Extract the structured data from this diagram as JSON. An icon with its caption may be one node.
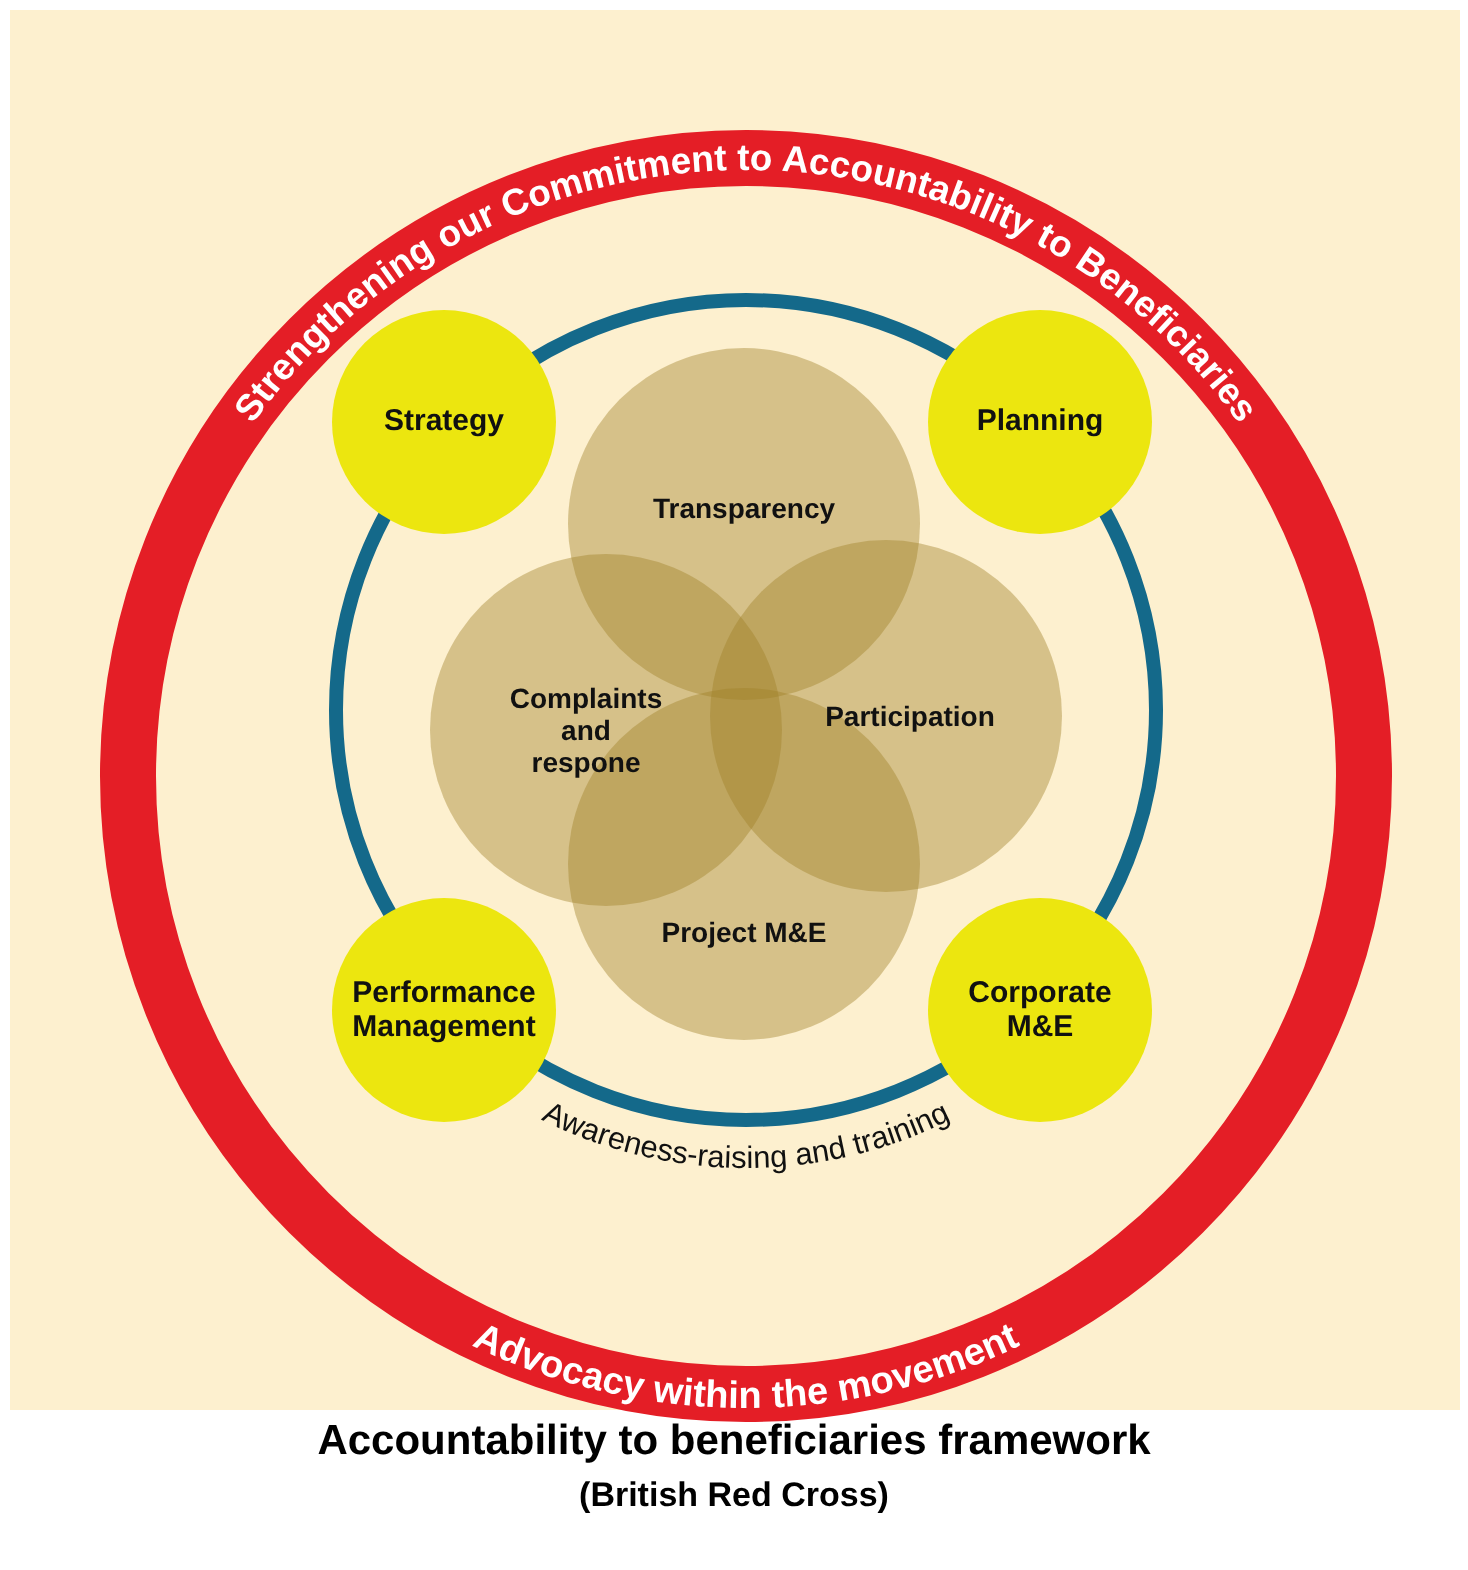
{
  "diagram": {
    "title": "Accountability to beneficiaries framework",
    "caption": "(British Red Cross)",
    "nodes": [
      {
        "text": [
          "Strengthening our Commitment to Accountability to Beneficiaries",
          "Advocacy within the movement"
        ]
      },
      {
        "text": [
          "Strategy"
        ],
        "in": 0
      },
      {
        "text": [
          "Planning"
        ],
        "in": 0
      },
      {
        "text": [
          "Transparency"
        ],
        "in": 0
      },
      {
        "text": [
          "Complaints and respone"
        ],
        "in": 0
      },
      {
        "text": [
          "Participation"
        ],
        "in": 0
      },
      {
        "text": [
          "Project M&E"
        ],
        "in": 0
      },
      {
        "text": [
          "Performance Management"
        ],
        "in": 0
      },
      {
        "text": [
          "Corporate M&E"
        ],
        "in": 0
      }
    ],
    "labels": [
      "Awareness-raising and training"
    ]
  }
}
